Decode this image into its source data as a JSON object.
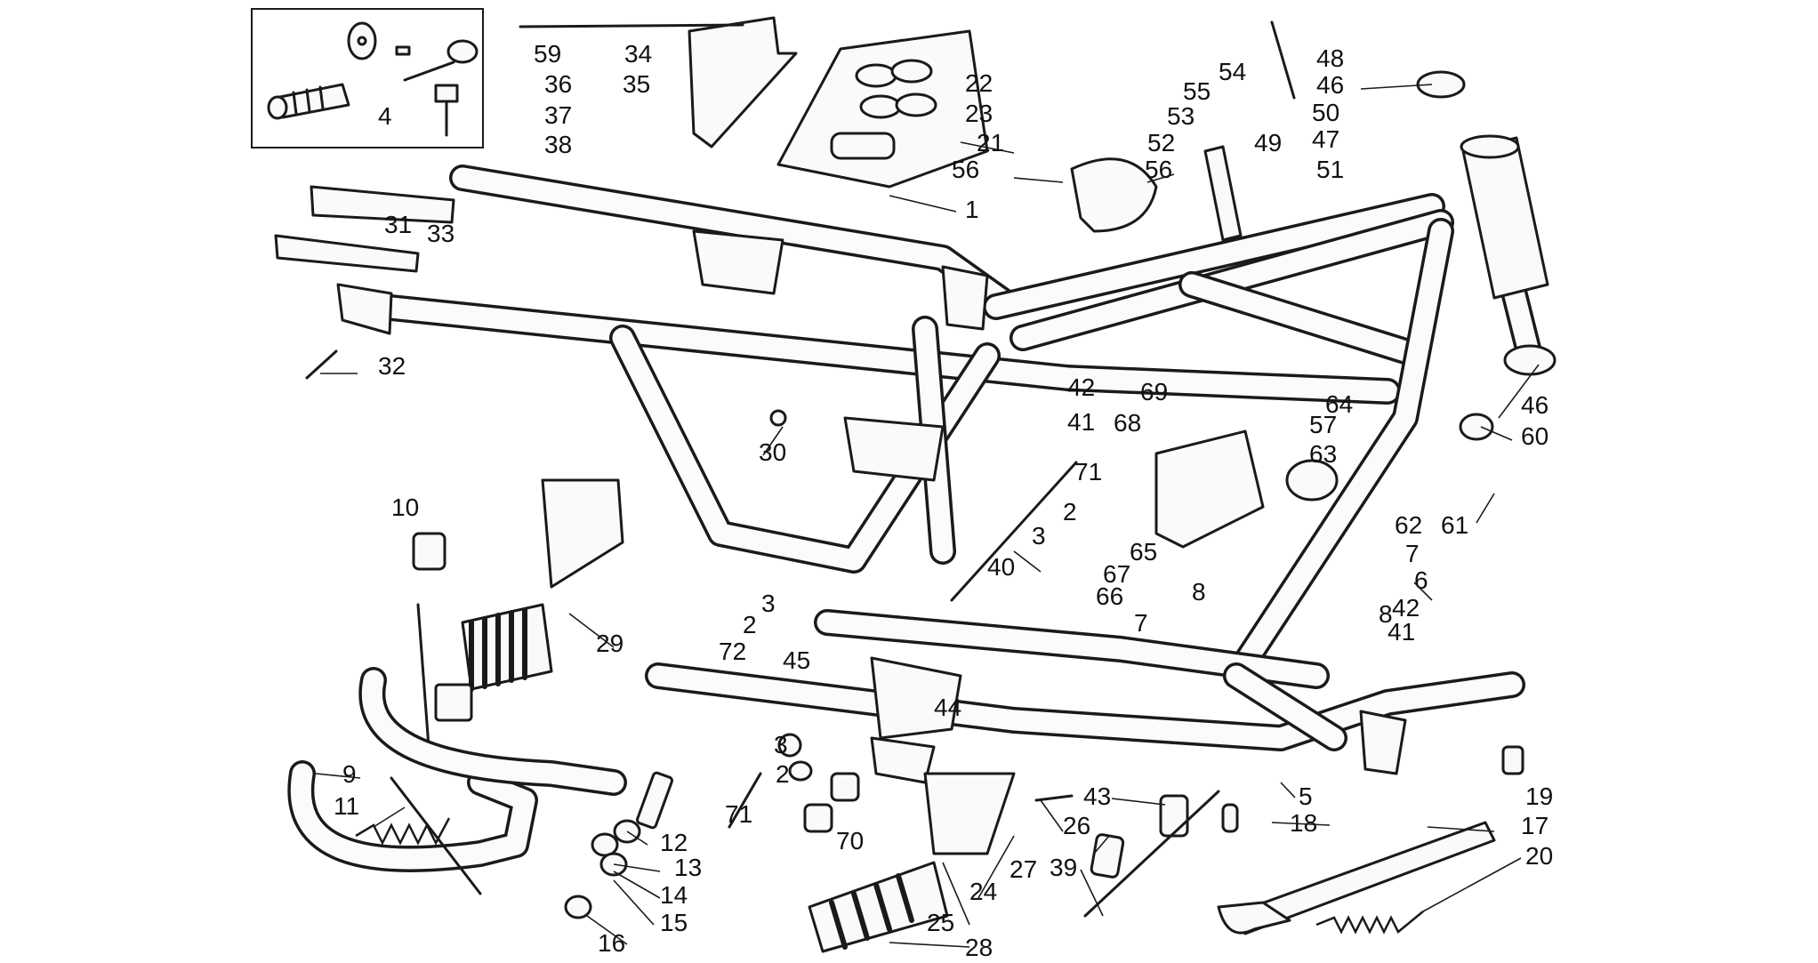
{
  "diagram": {
    "callouts": [
      {
        "id": "c1",
        "text": "1"
      },
      {
        "id": "c2a",
        "text": "2"
      },
      {
        "id": "c2b",
        "text": "2"
      },
      {
        "id": "c2c",
        "text": "2"
      },
      {
        "id": "c3a",
        "text": "3"
      },
      {
        "id": "c3b",
        "text": "3"
      },
      {
        "id": "c3c",
        "text": "3"
      },
      {
        "id": "c4",
        "text": "4"
      },
      {
        "id": "c5",
        "text": "5"
      },
      {
        "id": "c6",
        "text": "6"
      },
      {
        "id": "c7a",
        "text": "7"
      },
      {
        "id": "c7b",
        "text": "7"
      },
      {
        "id": "c8a",
        "text": "8"
      },
      {
        "id": "c8b",
        "text": "8"
      },
      {
        "id": "c9",
        "text": "9"
      },
      {
        "id": "c10",
        "text": "10"
      },
      {
        "id": "c11",
        "text": "11"
      },
      {
        "id": "c12",
        "text": "12"
      },
      {
        "id": "c13",
        "text": "13"
      },
      {
        "id": "c14",
        "text": "14"
      },
      {
        "id": "c15",
        "text": "15"
      },
      {
        "id": "c16",
        "text": "16"
      },
      {
        "id": "c17",
        "text": "17"
      },
      {
        "id": "c18",
        "text": "18"
      },
      {
        "id": "c19",
        "text": "19"
      },
      {
        "id": "c20",
        "text": "20"
      },
      {
        "id": "c21",
        "text": "21"
      },
      {
        "id": "c22",
        "text": "22"
      },
      {
        "id": "c23",
        "text": "23"
      },
      {
        "id": "c24",
        "text": "24"
      },
      {
        "id": "c25",
        "text": "25"
      },
      {
        "id": "c26",
        "text": "26"
      },
      {
        "id": "c27",
        "text": "27"
      },
      {
        "id": "c28",
        "text": "28"
      },
      {
        "id": "c29",
        "text": "29"
      },
      {
        "id": "c30",
        "text": "30"
      },
      {
        "id": "c31",
        "text": "31"
      },
      {
        "id": "c32",
        "text": "32"
      },
      {
        "id": "c33",
        "text": "33"
      },
      {
        "id": "c34",
        "text": "34"
      },
      {
        "id": "c35",
        "text": "35"
      },
      {
        "id": "c36",
        "text": "36"
      },
      {
        "id": "c37",
        "text": "37"
      },
      {
        "id": "c38",
        "text": "38"
      },
      {
        "id": "c39",
        "text": "39"
      },
      {
        "id": "c40",
        "text": "40"
      },
      {
        "id": "c41a",
        "text": "41"
      },
      {
        "id": "c41b",
        "text": "41"
      },
      {
        "id": "c42a",
        "text": "42"
      },
      {
        "id": "c42b",
        "text": "42"
      },
      {
        "id": "c43",
        "text": "43"
      },
      {
        "id": "c44",
        "text": "44"
      },
      {
        "id": "c45",
        "text": "45"
      },
      {
        "id": "c46a",
        "text": "46"
      },
      {
        "id": "c46b",
        "text": "46"
      },
      {
        "id": "c47",
        "text": "47"
      },
      {
        "id": "c48",
        "text": "48"
      },
      {
        "id": "c49",
        "text": "49"
      },
      {
        "id": "c50",
        "text": "50"
      },
      {
        "id": "c51",
        "text": "51"
      },
      {
        "id": "c52",
        "text": "52"
      },
      {
        "id": "c53",
        "text": "53"
      },
      {
        "id": "c54",
        "text": "54"
      },
      {
        "id": "c55",
        "text": "55"
      },
      {
        "id": "c56a",
        "text": "56"
      },
      {
        "id": "c56b",
        "text": "56"
      },
      {
        "id": "c57",
        "text": "57"
      },
      {
        "id": "c59",
        "text": "59"
      },
      {
        "id": "c60",
        "text": "60"
      },
      {
        "id": "c61",
        "text": "61"
      },
      {
        "id": "c62",
        "text": "62"
      },
      {
        "id": "c63",
        "text": "63"
      },
      {
        "id": "c64",
        "text": "64"
      },
      {
        "id": "c65",
        "text": "65"
      },
      {
        "id": "c66",
        "text": "66"
      },
      {
        "id": "c67",
        "text": "67"
      },
      {
        "id": "c68",
        "text": "68"
      },
      {
        "id": "c69",
        "text": "69"
      },
      {
        "id": "c70",
        "text": "70"
      },
      {
        "id": "c71a",
        "text": "71"
      },
      {
        "id": "c71b",
        "text": "71"
      },
      {
        "id": "c72",
        "text": "72"
      }
    ],
    "colors": {
      "ink": "#1a1a1a",
      "paper": "#ffffff"
    }
  }
}
